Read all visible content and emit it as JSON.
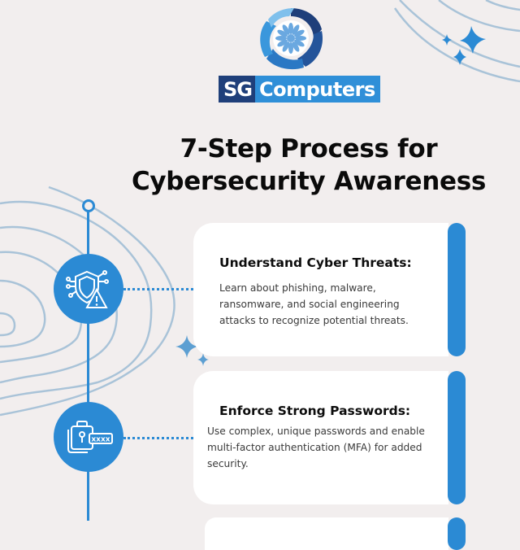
{
  "brand": {
    "name_part1": "SG",
    "name_part2": "Computers",
    "colors": {
      "dark_blue": "#1f3f7a",
      "blue": "#2f8fd8",
      "accent": "#2b8ad4",
      "background": "#f2eeee"
    }
  },
  "title": {
    "line1": "7-Step Process for",
    "line2": "Cybersecurity Awareness"
  },
  "steps": [
    {
      "icon": "shield-warning-icon",
      "title": "Understand Cyber Threats:",
      "description": "Learn about phishing, malware, ransomware, and social engineering attacks to recognize potential threats."
    },
    {
      "icon": "lock-password-icon",
      "title": "Enforce Strong Passwords:",
      "description": "Use complex, unique passwords and enable multi-factor authentication (MFA) for added security.",
      "password_mask": "xxxx"
    }
  ]
}
